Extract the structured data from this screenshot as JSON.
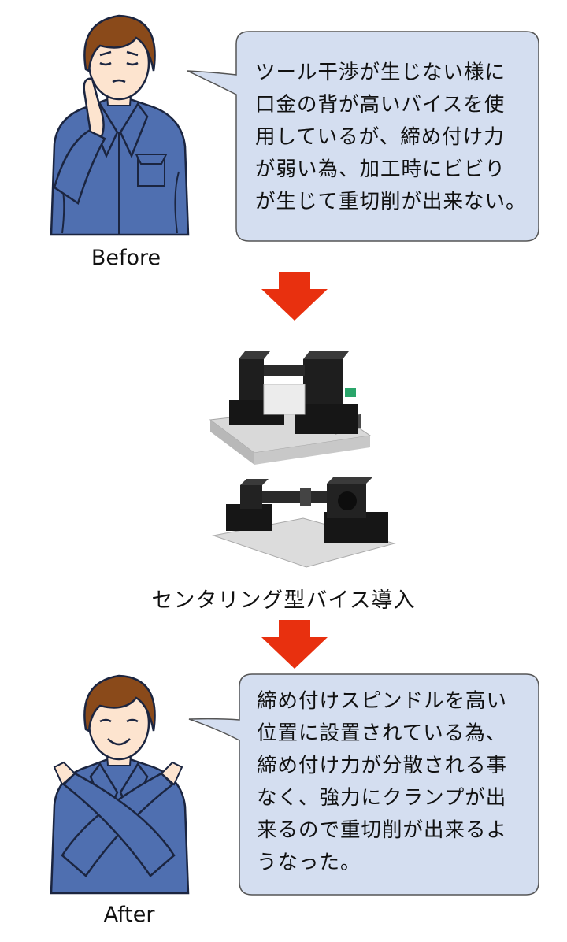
{
  "before": {
    "caption": "Before",
    "bubble_lines": "ツール干渉が生じない様に\n口金の背が高いバイスを使\n用しているが、締め付け力\nが弱い為、加工時にビビり\nが生じて重切削が出来ない。"
  },
  "product": {
    "label": "センタリング型バイス導入"
  },
  "after": {
    "caption": "After",
    "bubble_lines": "締め付けスピンドルを高い\n位置に設置されている為、\n締め付け力が分散される事\nなく、強力にクランプが出\n来るので重切削が出来るよ\nうなった。"
  },
  "colors": {
    "bubble_fill": "#d4def0",
    "bubble_stroke": "#555555",
    "arrow": "#e8300f",
    "shirt": "#4f6fb0",
    "hair": "#8a4a1a",
    "skin": "#fde4cf"
  },
  "icons": [
    "down-arrow-icon",
    "worried-worker-illustration",
    "happy-worker-illustration",
    "vise-product-image"
  ]
}
